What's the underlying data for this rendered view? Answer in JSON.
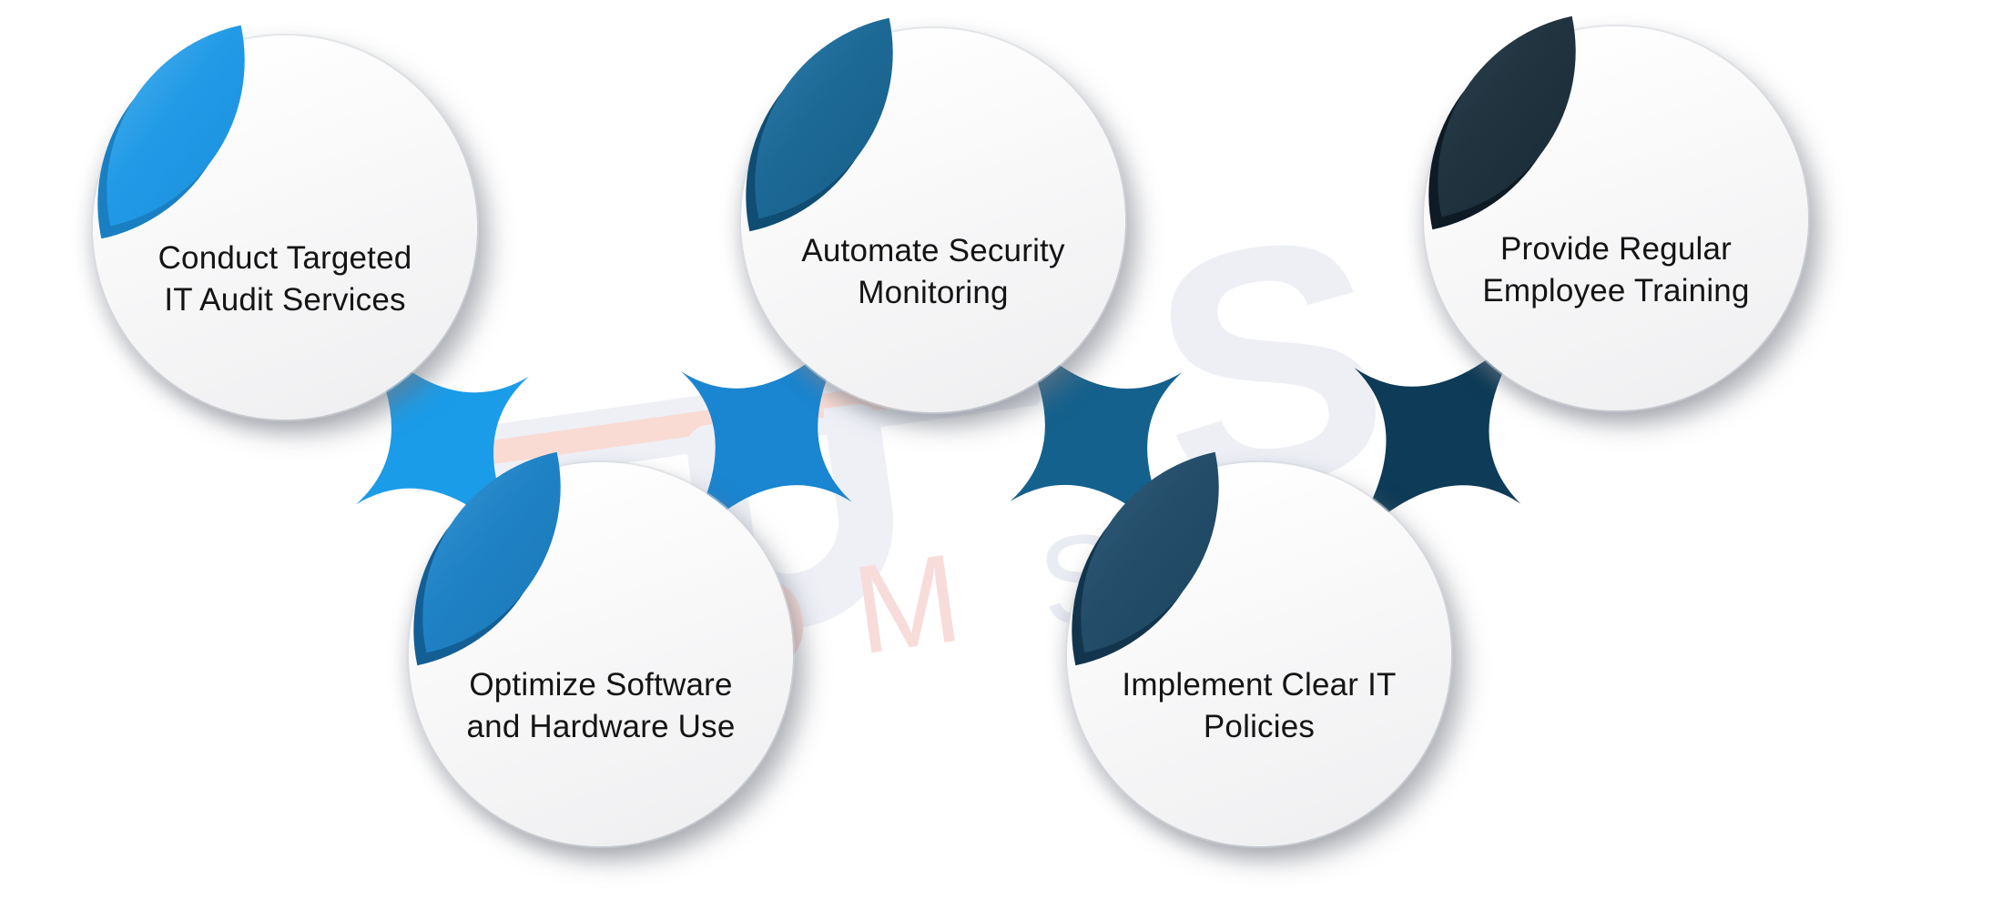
{
  "page": {
    "background": "#ffffff",
    "description": "IT efficiency tips infographic with five circular steps"
  },
  "items": [
    {
      "line1": "Conduct Targeted",
      "line2": "IT Audit Services",
      "leaf_light": "#55b5ee",
      "leaf_mid": "#229ae6",
      "leaf_deep": "#1b8fdd",
      "leaf_edge": "#1a7fc2"
    },
    {
      "line1": "Optimize Software",
      "line2": "and Hardware Use",
      "leaf_light": "#3a99d8",
      "leaf_mid": "#1f82c4",
      "leaf_deep": "#1a77b8",
      "leaf_edge": "#135f95"
    },
    {
      "line1": "Automate Security",
      "line2": "Monitoring",
      "leaf_light": "#2f7fae",
      "leaf_mid": "#1d6996",
      "leaf_deep": "#175d88",
      "leaf_edge": "#0f4d73"
    },
    {
      "line1": "Implement Clear IT",
      "line2": "Policies",
      "leaf_light": "#35607e",
      "leaf_mid": "#234d69",
      "leaf_deep": "#1d445f",
      "leaf_edge": "#12354d"
    },
    {
      "line1": "Provide Regular",
      "line2": "Employee Training",
      "leaf_light": "#2e4350",
      "leaf_mid": "#20333f",
      "leaf_deep": "#192a34",
      "leaf_edge": "#0e1b24"
    }
  ],
  "connectors": [
    {
      "between": "item-1-and-item-2",
      "color": "#1b9ce8"
    },
    {
      "between": "item-2-and-item-3",
      "color": "#1a85d0"
    },
    {
      "between": "item-3-and-item-4",
      "color": "#14618d"
    },
    {
      "between": "item-4-and-item-5",
      "color": "#0e3b57"
    }
  ],
  "watermark": {
    "letters_pink": "HOM",
    "letters_gray": "S",
    "big_letter": "S",
    "pink_color": "#f8dcda",
    "gray_color": "#e9ecf2",
    "shape_color": "#eef0f6",
    "screwdriver_color": "#f9dbd4"
  }
}
